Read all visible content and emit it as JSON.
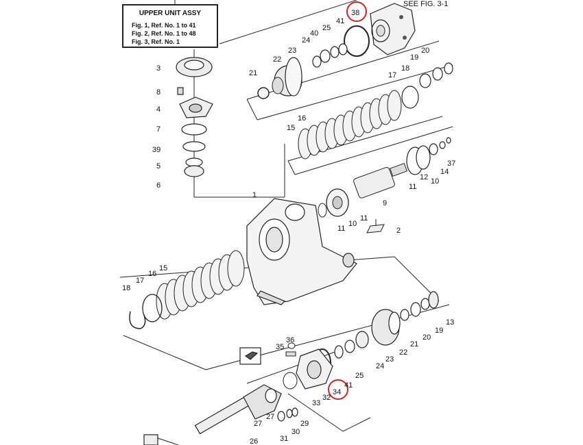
{
  "title_box": {
    "heading": "UPPER UNIT ASSY",
    "lines": [
      "Fig. 1, Ref. No. 1 to 41",
      "Fig. 2, Ref. No. 1 to 48",
      "Fig. 3, Ref. No. 1"
    ]
  },
  "see_fig": "SEE FIG. 3-1",
  "highlight_color": "#d42020",
  "highlighted_refs": [
    "38",
    "34"
  ],
  "refs": {
    "r38": "38",
    "r41a": "41",
    "r40": "40",
    "r25a": "25",
    "r24a": "24",
    "r23a": "23",
    "r22a": "22",
    "r21a": "21",
    "r20a": "20",
    "r19a": "19",
    "r18a": "18",
    "r17a": "17",
    "r16a": "16",
    "r15a": "15",
    "r3": "3",
    "r8": "8",
    "r4": "4",
    "r7": "7",
    "r39": "39",
    "r5": "5",
    "r6": "6",
    "r1": "1",
    "r2": "2",
    "r9": "9",
    "r10": "10",
    "r11a": "11",
    "r11b": "11",
    "r11c": "11",
    "r10b": "10",
    "r12": "12",
    "r14": "14",
    "r37": "37",
    "r18b": "18",
    "r17b": "17",
    "r16b": "16",
    "r15b": "15",
    "r13": "13",
    "r19b": "19",
    "r20b": "20",
    "r21b": "21",
    "r22b": "22",
    "r23b": "23",
    "r24b": "24",
    "r25b": "25",
    "r41b": "41",
    "r36": "36",
    "r35": "35",
    "r34": "34",
    "r32": "32",
    "r33": "33",
    "r27a": "27",
    "r27b": "27",
    "r26": "26",
    "r31": "31",
    "r30": "30",
    "r29": "29"
  }
}
